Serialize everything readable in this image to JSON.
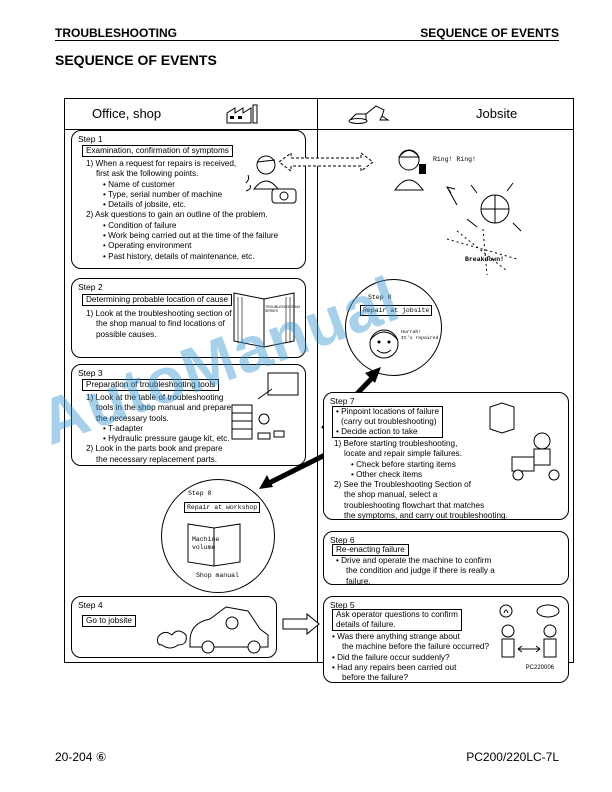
{
  "header": {
    "left": "TROUBLESHOOTING",
    "right": "SEQUENCE OF EVENTS"
  },
  "page_title": "SEQUENCE OF EVENTS",
  "columns": {
    "left": "Office, shop",
    "right": "Jobsite"
  },
  "step1": {
    "step": "Step 1",
    "label": "Examination, confirmation of symptoms",
    "lines": [
      "1) When a request for repairs is received,",
      "first ask the following points.",
      "• Name of customer",
      "• Type, serial number of machine",
      "• Details of jobsite, etc.",
      "2) Ask questions to gain an outline of the problem.",
      "• Condition of failure",
      "• Work being carried out at the time of the failure",
      "• Operating environment",
      "• Past history, details of maintenance, etc."
    ]
  },
  "step2": {
    "step": "Step 2",
    "label": "Determining probable location of cause",
    "lines": [
      "1) Look at the troubleshooting section of",
      "the shop manual to find locations of",
      "possible causes."
    ]
  },
  "step3": {
    "step": "Step 3",
    "label": "Preparation of troubleshooting tools",
    "lines": [
      "1) Look at the table of troubleshooting",
      "tools in the shop manual and prepare",
      "the necessary tools.",
      "• T-adapter",
      "• Hydraulic pressure gauge kit, etc.",
      "2) Look in the parts book and prepare",
      "the necessary replacement parts."
    ]
  },
  "step4": {
    "step": "Step 4",
    "label": "Go to jobsite"
  },
  "step5": {
    "step": "Step 5",
    "label_lines": [
      "Ask operator questions to  confirm",
      "details of  failure."
    ],
    "lines": [
      "• Was there anything strange about",
      "the machine before the failure occurred?",
      "• Did the failure occur suddenly?",
      "• Had any repairs been carried out",
      "before the failure?"
    ]
  },
  "step6": {
    "step": "Step 6",
    "label": "Re-enacting failure",
    "lines": [
      "• Drive and operate the machine to confirm",
      "the condition and judge if there is really a",
      "failure."
    ]
  },
  "step7": {
    "step": "Step 7",
    "label_lines": [
      "• Pinpoint locations of failure",
      "(carry out troubleshooting)",
      "• Decide action to take"
    ],
    "lines": [
      "1) Before starting troubleshooting,",
      "locate and repair simple failures.",
      "• Check before starting items",
      "• Other check items",
      "2) See the Troubleshooting Section of",
      "the shop manual, select a",
      "troubleshooting flowchart that matches",
      "the symptoms, and carry out troubleshooting."
    ]
  },
  "step8_jobsite": {
    "step": "Step 8",
    "label": "Repair at jobsite",
    "caption_lines": [
      "Hurrah!",
      "It's repaired"
    ]
  },
  "step8_workshop": {
    "step": "Step 8",
    "label": "Repair at workshop",
    "book_lines": [
      "Machine",
      "volume"
    ],
    "caption": "Shop manual"
  },
  "phone_caption": "Ring! Ring!",
  "breakdown_caption": "Breakdown!",
  "manual_cover_lines": [
    "TROUBLESHOOTING",
    "SERIES"
  ],
  "watermark": "AutoManual",
  "figure_code": "PC220006",
  "footer": {
    "page": "20-204 ⑥",
    "model": "PC200/220LC-7L"
  }
}
